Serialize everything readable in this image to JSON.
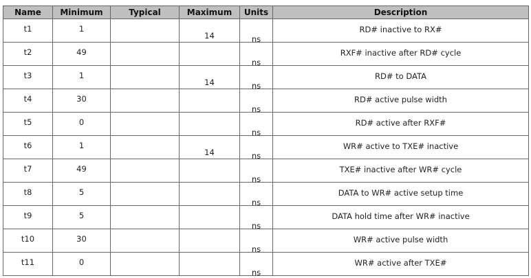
{
  "table": {
    "headers": {
      "name": "Name",
      "minimum": "Minimum",
      "typical": "Typical",
      "maximum": "Maximum",
      "units": "Units",
      "description": "Description"
    },
    "rows": [
      {
        "name": "t1",
        "minimum": "1",
        "typical": "",
        "maximum": "14",
        "units": "ns",
        "description": "RD# inactive to RX#"
      },
      {
        "name": "t2",
        "minimum": "49",
        "typical": "",
        "maximum": "",
        "units": "ns",
        "description": "RXF# inactive after RD# cycle"
      },
      {
        "name": "t3",
        "minimum": "1",
        "typical": "",
        "maximum": "14",
        "units": "ns",
        "description": "RD# to DATA"
      },
      {
        "name": "t4",
        "minimum": "30",
        "typical": "",
        "maximum": "",
        "units": "ns",
        "description": "RD# active pulse width"
      },
      {
        "name": "t5",
        "minimum": "0",
        "typical": "",
        "maximum": "",
        "units": "ns",
        "description": "RD# active after RXF#"
      },
      {
        "name": "t6",
        "minimum": "1",
        "typical": "",
        "maximum": "14",
        "units": "ns",
        "description": "WR# active to TXE# inactive"
      },
      {
        "name": "t7",
        "minimum": "49",
        "typical": "",
        "maximum": "",
        "units": "ns",
        "description": "TXE# inactive after WR# cycle"
      },
      {
        "name": "t8",
        "minimum": "5",
        "typical": "",
        "maximum": "",
        "units": "ns",
        "description": "DATA to WR# active setup time"
      },
      {
        "name": "t9",
        "minimum": "5",
        "typical": "",
        "maximum": "",
        "units": "ns",
        "description": "DATA hold time after WR# inactive"
      },
      {
        "name": "t10",
        "minimum": "30",
        "typical": "",
        "maximum": "",
        "units": "ns",
        "description": "WR# active pulse width"
      },
      {
        "name": "t11",
        "minimum": "0",
        "typical": "",
        "maximum": "",
        "units": "ns",
        "description": "WR# active after TXE#"
      }
    ]
  }
}
